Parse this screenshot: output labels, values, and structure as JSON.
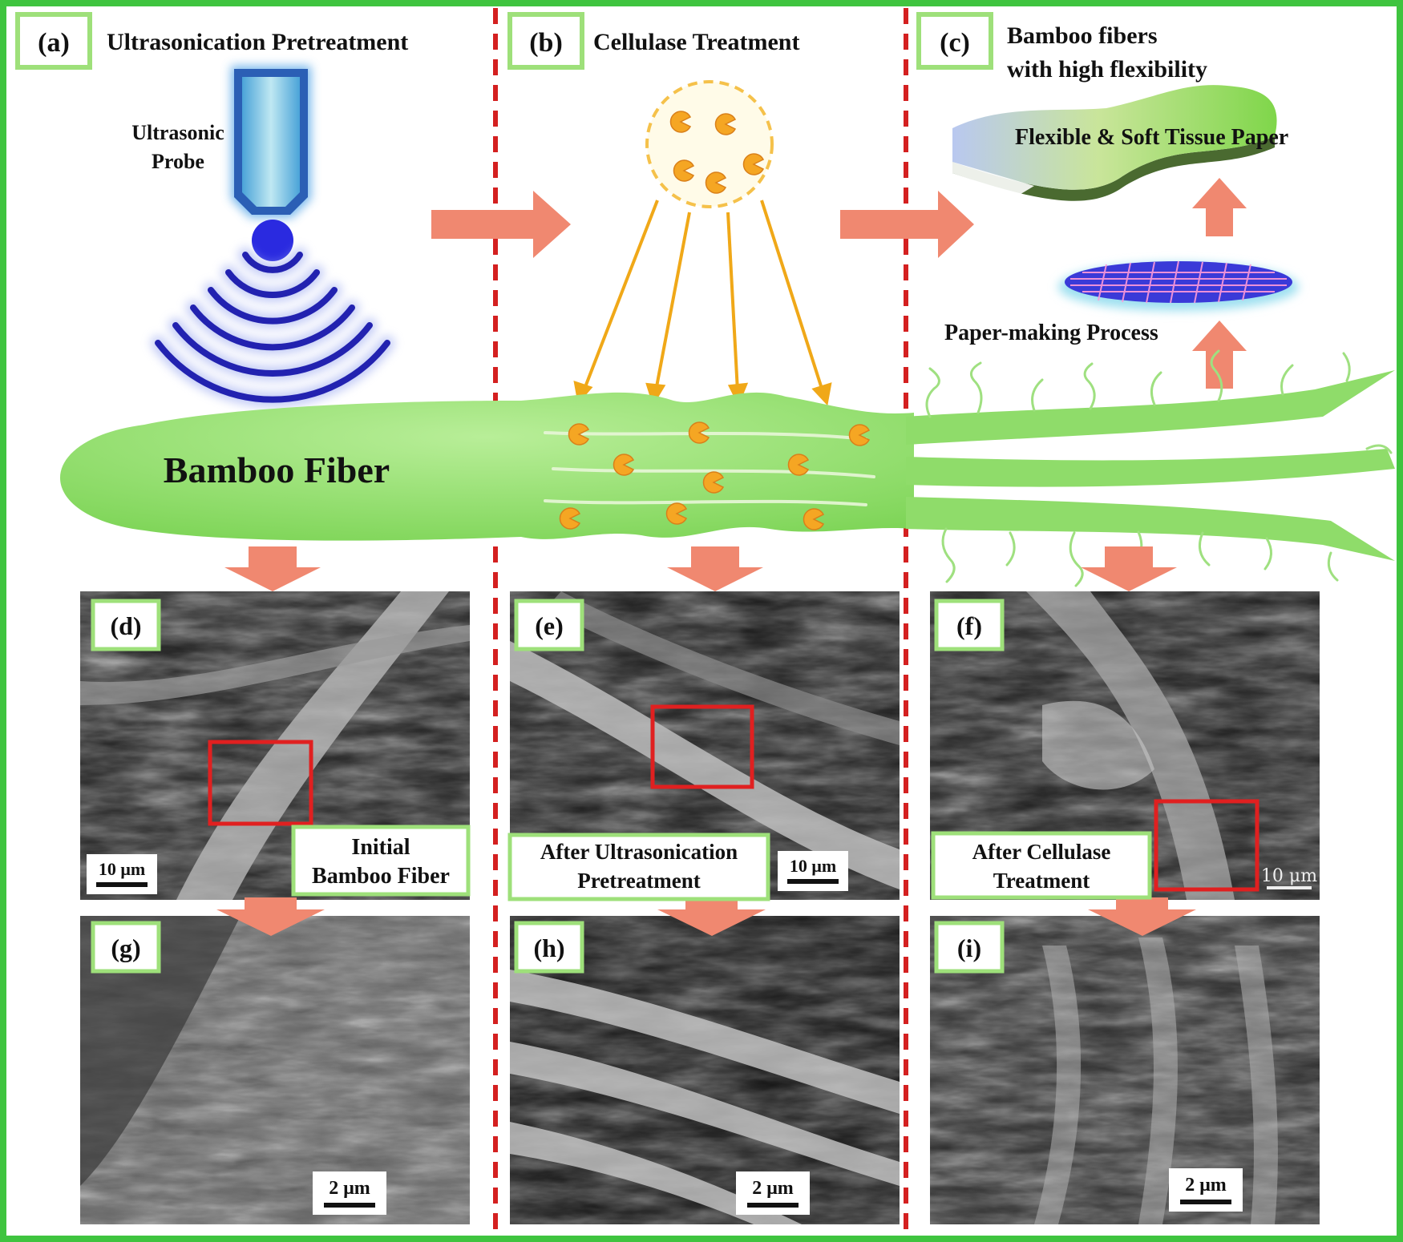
{
  "panels": {
    "a": {
      "tag": "(a)",
      "title": "Ultrasonication Pretreatment"
    },
    "b": {
      "tag": "(b)",
      "title": "Cellulase Treatment"
    },
    "c": {
      "tag": "(c)",
      "title_line1": "Bamboo fibers",
      "title_line2": "with high flexibility"
    },
    "d": {
      "tag": "(d)",
      "caption_line1": "Initial",
      "caption_line2": "Bamboo Fiber",
      "scale": "10 μm"
    },
    "e": {
      "tag": "(e)",
      "caption_line1": "After Ultrasonication",
      "caption_line2": "Pretreatment",
      "scale": "10 μm"
    },
    "f": {
      "tag": "(f)",
      "caption_line1": "After Cellulase",
      "caption_line2": "Treatment",
      "scale": "10 μm"
    },
    "g": {
      "tag": "(g)",
      "scale": "2 μm"
    },
    "h": {
      "tag": "(h)",
      "scale": "2 μm"
    },
    "i": {
      "tag": "(i)",
      "scale": "2 μm"
    }
  },
  "labels": {
    "probe_line1": "Ultrasonic",
    "probe_line2": "Probe",
    "fiber": "Bamboo Fiber",
    "tissue": "Flexible & Soft  Tissue  Paper",
    "process": "Paper-making Process"
  },
  "colors": {
    "frame": "#3fc43f",
    "fiber": "#8fdc6a",
    "arrow": "#f08870",
    "divider": "#d42020",
    "enzyme": "#f5a623",
    "probe": "#2a2ae0",
    "highlight": "#e02020"
  }
}
